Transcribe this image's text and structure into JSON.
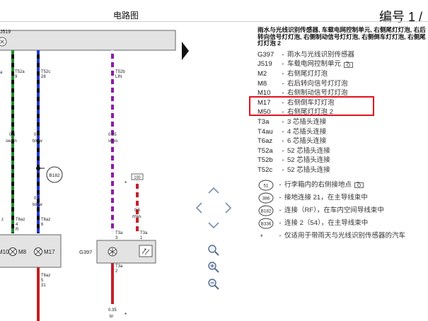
{
  "header": {
    "title": "电路图",
    "doc_number": "编号 1 /"
  },
  "diagram": {
    "component_top_label": "J519",
    "wires": [
      {
        "pin": "T52a",
        "pin_no": "9",
        "gauge": "0.5",
        "color": "sw/gn"
      },
      {
        "pin": "T52c",
        "pin_no": "28",
        "gauge": "0.5",
        "color": "bl/sw"
      },
      {
        "pin": "T52b",
        "pin_no": "LIN",
        "gauge": "0.35",
        "color": "vi/ws"
      },
      {
        "pin": "T6az",
        "pin_no": "4",
        "pin_sub": "R",
        "note": "z"
      },
      {
        "pin": "T6az",
        "pin_no": "6"
      },
      {
        "pin": "T3a",
        "pin_no": "3"
      },
      {
        "pin": "T3a",
        "pin_no": "1"
      }
    ],
    "wire_small_label": "a",
    "connector_b182": "B182",
    "second_gauge_bl": {
      "gauge": "0.5",
      "color": "bl/sw"
    },
    "relay_box": {
      "label": "100",
      "gauge": "0.5",
      "color": "rt/ws"
    },
    "lamps": {
      "m10": "M10",
      "m8": "M8",
      "m17": "M17"
    },
    "g397": "G397",
    "bottom_pins": [
      {
        "pin": "T6az",
        "pin_no": "5",
        "extra": "31"
      },
      {
        "pin": "T3a",
        "pin_no": "2"
      }
    ],
    "bottom_gauge": {
      "gauge": "0.35",
      "color": "br"
    }
  },
  "legend": {
    "header": "雨水与光线识别传感器, 车载电网控制单元, 右侧尾灯灯泡, 右后转向信号灯灯泡, 右侧制动信号灯灯泡, 右侧倒车灯灯泡, 右侧尾灯灯泡 2",
    "items": [
      {
        "code": "G397",
        "desc": "雨水与光线识别传感器"
      },
      {
        "code": "J519",
        "desc": "车载电网控制单元",
        "camera": true
      },
      {
        "code": "M2",
        "desc": "右侧尾灯灯泡"
      },
      {
        "code": "M8",
        "desc": "右后转向信号灯灯泡"
      },
      {
        "code": "M10",
        "desc": "右侧制动信号灯灯泡"
      },
      {
        "code": "M17",
        "desc": "右侧倒车灯灯泡"
      },
      {
        "code": "M50",
        "desc": "右侧尾灯灯泡 2"
      },
      {
        "code": "T3a",
        "desc": "3 芯插头连接"
      },
      {
        "code": "T4au",
        "desc": "4 芯插头连接"
      },
      {
        "code": "T6az",
        "desc": "6 芯插头连接"
      },
      {
        "code": "T52a",
        "desc": "52 芯插头连接"
      },
      {
        "code": "T52b",
        "desc": "52 芯插头连接"
      },
      {
        "code": "T52c",
        "desc": "52 芯插头连接"
      }
    ],
    "symbols": [
      {
        "sym": "51",
        "desc": "行李箱内的右侧接地点",
        "camera": true
      },
      {
        "sym": "386",
        "desc": "接地连接 21，在主导线束中"
      },
      {
        "sym": "B182",
        "desc": "连接（RF），在车内空间导线束中"
      },
      {
        "sym": "B336",
        "desc": "连接 2（54），在主导线束中"
      },
      {
        "sym": "*",
        "desc": "仅适用于带雨天与光线识别传感器的汽车"
      }
    ]
  },
  "highlight": {
    "target": "M17",
    "color": "#e0141e"
  },
  "navigation": {
    "icons": [
      "chevron-up-icon",
      "chevron-left-icon",
      "chevron-right-icon",
      "chevron-down-icon",
      "zoom-search-icon",
      "zoom-in-icon",
      "zoom-out-icon"
    ]
  }
}
